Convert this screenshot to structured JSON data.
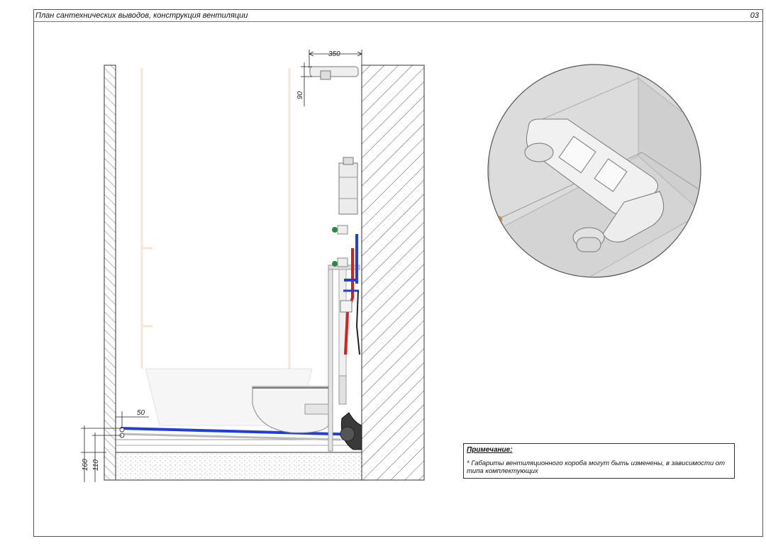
{
  "sheet": {
    "title": "План сантехнических выводов, конструкция вентиляции",
    "number": "03"
  },
  "dimensions": {
    "width_350": "350",
    "height_90": "90",
    "offset_50": "50",
    "height_160": "160",
    "height_110": "110"
  },
  "note": {
    "title": "Примечание:",
    "text": "* Габариты вентиляционного короба могут быть изменены, в зависимости от типа комплектующих"
  },
  "colors": {
    "hot_pipe": "#d62020",
    "cold_pipe": "#1f3fd8",
    "frame": "#c8c8c8",
    "hatch": "#444444"
  }
}
